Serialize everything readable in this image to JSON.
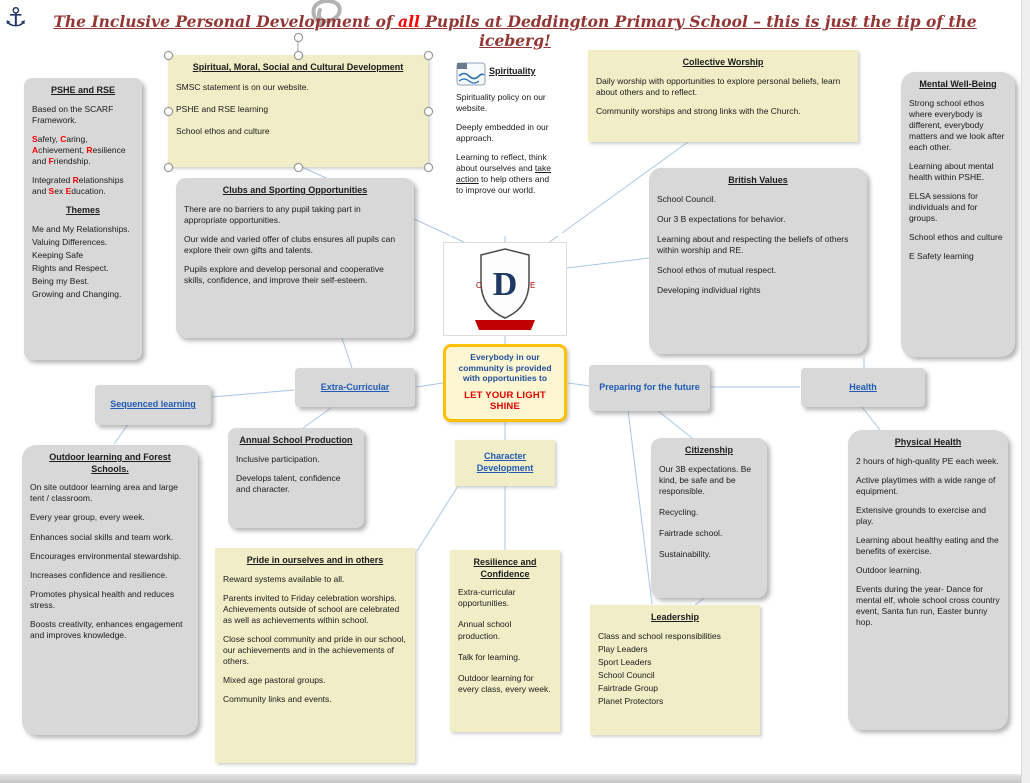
{
  "header": {
    "title_prefix": "The Inclusive Personal Development of ",
    "title_all": "all",
    "title_suffix": " Pupils at Deddington Primary School – this is just the tip of the iceberg!"
  },
  "pshe": {
    "title": "PSHE and RSE",
    "intro": "Based on the SCARF Framework.",
    "scarf_segments": [
      "S",
      "afety, ",
      "C",
      "aring, ",
      "A",
      "chievement, ",
      "R",
      "esilience and ",
      "F",
      "riendship."
    ],
    "rse_segments": [
      "Integrated ",
      "R",
      "elationships and ",
      "S",
      "ex ",
      "E",
      "ducation."
    ],
    "themes_title": "Themes",
    "themes": [
      "Me and My Relationships.",
      "Valuing Differences.",
      "Keeping Safe",
      "Rights and Respect.",
      "Being my Best.",
      "Growing and Changing."
    ]
  },
  "smsc": {
    "title": "Spiritual, Moral, Social and Cultural Development",
    "lines": [
      "SMSC statement is on our website.",
      "PSHE and RSE learning",
      "School ethos and culture"
    ]
  },
  "spirituality": {
    "title": "Spirituality",
    "p1": "Spirituality policy on our website.",
    "p2": "Deeply embedded in our approach.",
    "p3_pre": "Learning to reflect, think about ourselves and ",
    "p3_link": "take action",
    "p3_post": " to help others and to improve our world."
  },
  "collective_worship": {
    "title": "Collective Worship",
    "p": [
      "Daily worship with opportunities to explore personal beliefs, learn about others and to reflect.",
      "Community worships and strong links with the Church."
    ]
  },
  "mental_wellbeing": {
    "title": "Mental Well-Being",
    "p": [
      "Strong school ethos where everybody is different, everybody matters and we look after each other.",
      "Learning about mental health within PSHE.",
      "ELSA sessions for individuals and for groups.",
      "School ethos and culture",
      "E Safety learning"
    ]
  },
  "clubs": {
    "title": "Clubs and Sporting Opportunities",
    "p": [
      "There are no barriers to any pupil taking part in appropriate opportunities.",
      "Our wide and varied offer of clubs ensures all pupils can explore their own gifts and talents.",
      "Pupils explore and develop personal and cooperative skills, confidence, and improve their self-esteem."
    ]
  },
  "british_values": {
    "title": "British Values",
    "p": [
      "School Council.",
      "Our 3 B expectations for behavior.",
      "Learning about and respecting the beliefs of others within worship and RE.",
      "School ethos of mutual respect.",
      "Developing individual rights"
    ]
  },
  "center": {
    "logo_left_letter": "C",
    "logo_letter": "D",
    "logo_right_letter": "E",
    "message_line1": "Everybody in our community is provided with opportunities to",
    "message_line2": "LET YOUR LIGHT SHINE"
  },
  "nodes": {
    "extra_curricular": "Extra-Curricular",
    "preparing": "Preparing for the future",
    "health": "Health",
    "sequenced": "Sequenced learning",
    "character": "Character Development"
  },
  "annual_production": {
    "title": "Annual School Production",
    "p": [
      "Inclusive participation.",
      "Develops talent, confidence and character."
    ]
  },
  "citizenship": {
    "title": "Citizenship",
    "p": [
      "Our 3B expectations.  Be kind, be safe and be responsible.",
      "Recycling.",
      "Fairtrade school.",
      "Sustainability."
    ]
  },
  "physical_health": {
    "title": "Physical Health",
    "p": [
      "2 hours of high-quality PE each week.",
      "Active playtimes with a wide range of equipment.",
      "Extensive grounds to exercise and play.",
      "Learning about healthy eating and the benefits of exercise.",
      "Outdoor learning.",
      "Events during the year- Dance for mental elf, whole school cross country event, Santa fun run, Easter bunny hop."
    ]
  },
  "outdoor": {
    "title": "Outdoor learning and Forest Schools.",
    "p": [
      "On site outdoor learning area and large tent / classroom.",
      "Every year group, every week.",
      "Enhances social skills and team work.",
      "Encourages environmental stewardship.",
      "Increases confidence and resilience.",
      "Promotes physical health and reduces stress.",
      "Boosts creativity, enhances engagement and improves knowledge."
    ]
  },
  "pride": {
    "title": "Pride in ourselves and in others",
    "p": [
      "Reward systems available to all.",
      "Parents invited to Friday celebration worships. Achievements outside of school are celebrated as well as achievements within school.",
      "Close school community and pride in our school, our achievements and in the achievements of others.",
      "Mixed age pastoral groups.",
      "Community links and events."
    ]
  },
  "resilience": {
    "title": "Resilience and Confidence",
    "p": [
      "Extra-curricular opportunities.",
      "Annual school production.",
      "Talk for learning.",
      "Outdoor learning for every class, every week."
    ]
  },
  "leadership": {
    "title": "Leadership",
    "items": [
      "Class and school responsibilities",
      "Play Leaders",
      "Sport Leaders",
      "School Council",
      "Fairtrade Group",
      "Planet Protectors"
    ]
  },
  "colors": {
    "box_gray": "#d8d8d8",
    "box_yellow": "#f1edc7",
    "accent_gold": "#ffc000",
    "link_blue": "#1f5bb5",
    "headline_red": "#943634",
    "highlight_red": "#ff0000",
    "banner_red": "#c00000"
  }
}
